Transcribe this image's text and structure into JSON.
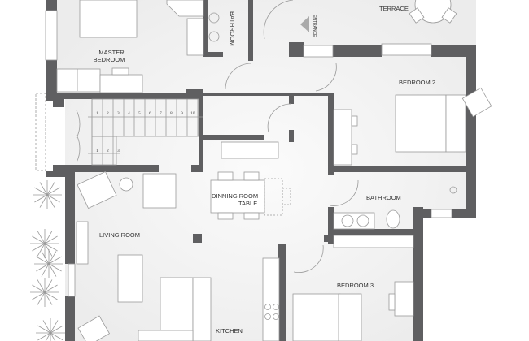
{
  "plan": {
    "rooms": {
      "master_bedroom_line1": "MASTER",
      "master_bedroom_line2": "BEDROOM",
      "bathroom_top": "BATHROOM",
      "terrace": "TERRACE",
      "entrance": "ENTRANCE",
      "bedroom2": "BEDROOM 2",
      "dining_line1": "DINNING ROOM",
      "dining_line2": "TABLE",
      "bathroom": "BATHROOM",
      "living_room": "LIVING ROOM",
      "bedroom3": "BEDROOM 3",
      "kitchen": "KITCHEN"
    },
    "stair_upper_numbers": [
      "1",
      "2",
      "3",
      "4",
      "5",
      "6",
      "7",
      "8",
      "9",
      "10"
    ],
    "stair_lower_numbers": [
      "1",
      "2",
      "3"
    ],
    "colors": {
      "wall": "#5f5f61",
      "floor": "#f2f2f2",
      "furniture": "#ffffff"
    }
  }
}
